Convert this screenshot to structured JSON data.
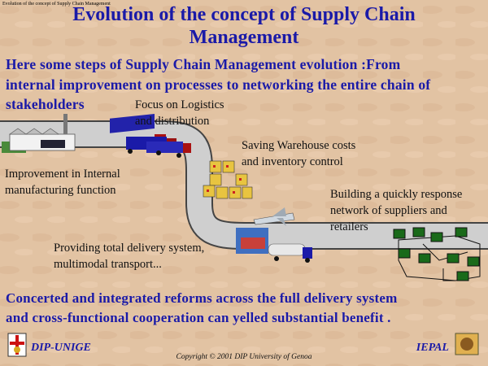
{
  "header": {
    "corner_title": "Evolution of the concept of Supply Chain Management",
    "title_line1": "Evolution of the concept of Supply Chain",
    "title_line2": "Management"
  },
  "intro": {
    "line1": "Here some steps of Supply Chain Management evolution :From",
    "line2": "internal improvement on processes to networking the entire chain of",
    "line3": "stakeholders"
  },
  "steps": {
    "logistics_line1": "Focus on Logistics",
    "logistics_line2": "and distribution",
    "warehouse_line1": "Saving Warehouse costs",
    "warehouse_line2": "and inventory control",
    "internal_line1": "Improvement in Internal",
    "internal_line2": "manufacturing function",
    "network_line1": "Building a quickly response",
    "network_line2": "network of suppliers and",
    "network_line3": "retailers",
    "delivery_line1": "Providing total delivery system,",
    "delivery_line2": "multimodal transport..."
  },
  "conclusion": {
    "line1": "Concerted and integrated reforms across the full delivery system",
    "line2": "and cross-functional cooperation can yelled substantial benefit ."
  },
  "footer": {
    "left": "DIP-UNIGE",
    "right": "IEPAL",
    "copyright": "Copyright © 2001 DIP University of Genoa"
  },
  "colors": {
    "heading": "#1a1aa8",
    "road": "#c8c8c8",
    "background": "#e2c3a3"
  }
}
